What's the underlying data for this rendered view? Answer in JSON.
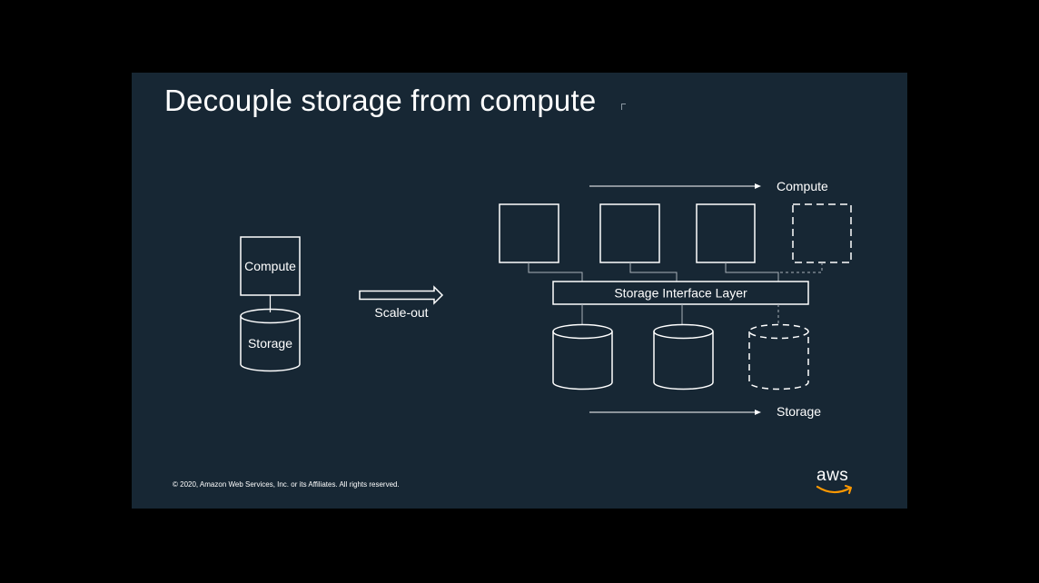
{
  "slide": {
    "title": "Decouple storage from compute",
    "copyright": "© 2020, Amazon Web Services, Inc. or its Affiliates. All rights reserved.",
    "logo_text": "aws"
  },
  "left_diagram": {
    "compute_label": "Compute",
    "storage_label": "Storage"
  },
  "transition": {
    "label": "Scale-out"
  },
  "right_diagram": {
    "compute_axis_label": "Compute",
    "storage_axis_label": "Storage",
    "interface_label": "Storage Interface Layer"
  },
  "colors": {
    "background": "#000000",
    "slide_background": "#172734",
    "foreground": "#ffffff",
    "connector": "#a9b1b8",
    "aws_smile": "#ff9900"
  }
}
